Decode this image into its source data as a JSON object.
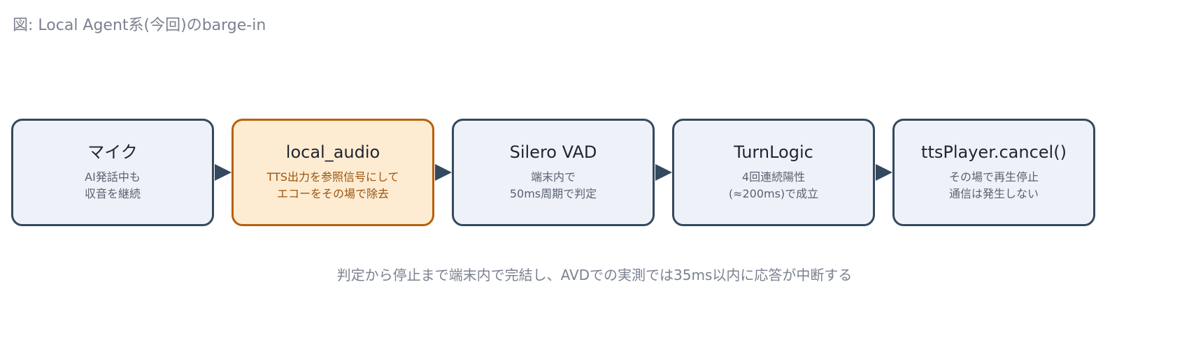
{
  "caption": "図: Local Agent系(今回)のbarge-in",
  "nodes": [
    {
      "title": "マイク",
      "desc": "AI発話中も\n収音を継続"
    },
    {
      "title": "local_audio",
      "desc": "TTS出力を参照信号にして\nエコーをその場で除去",
      "highlight": true
    },
    {
      "title": "Silero VAD",
      "desc": "端末内で\n50ms周期で判定"
    },
    {
      "title": "TurnLogic",
      "desc": "4回連続陽性\n(≈200ms)で成立"
    },
    {
      "title": "ttsPlayer.cancel()",
      "desc": "その場で再生停止\n通信は発生しない"
    }
  ],
  "note": "判定から停止まで端末内で完結し、AVDでの実測では35ms以内に応答が中断する",
  "colors": {
    "node_border": "#34495e",
    "node_fill": "#eef2f8",
    "highlight_border": "#b8600c",
    "highlight_fill": "#fdecd2"
  }
}
